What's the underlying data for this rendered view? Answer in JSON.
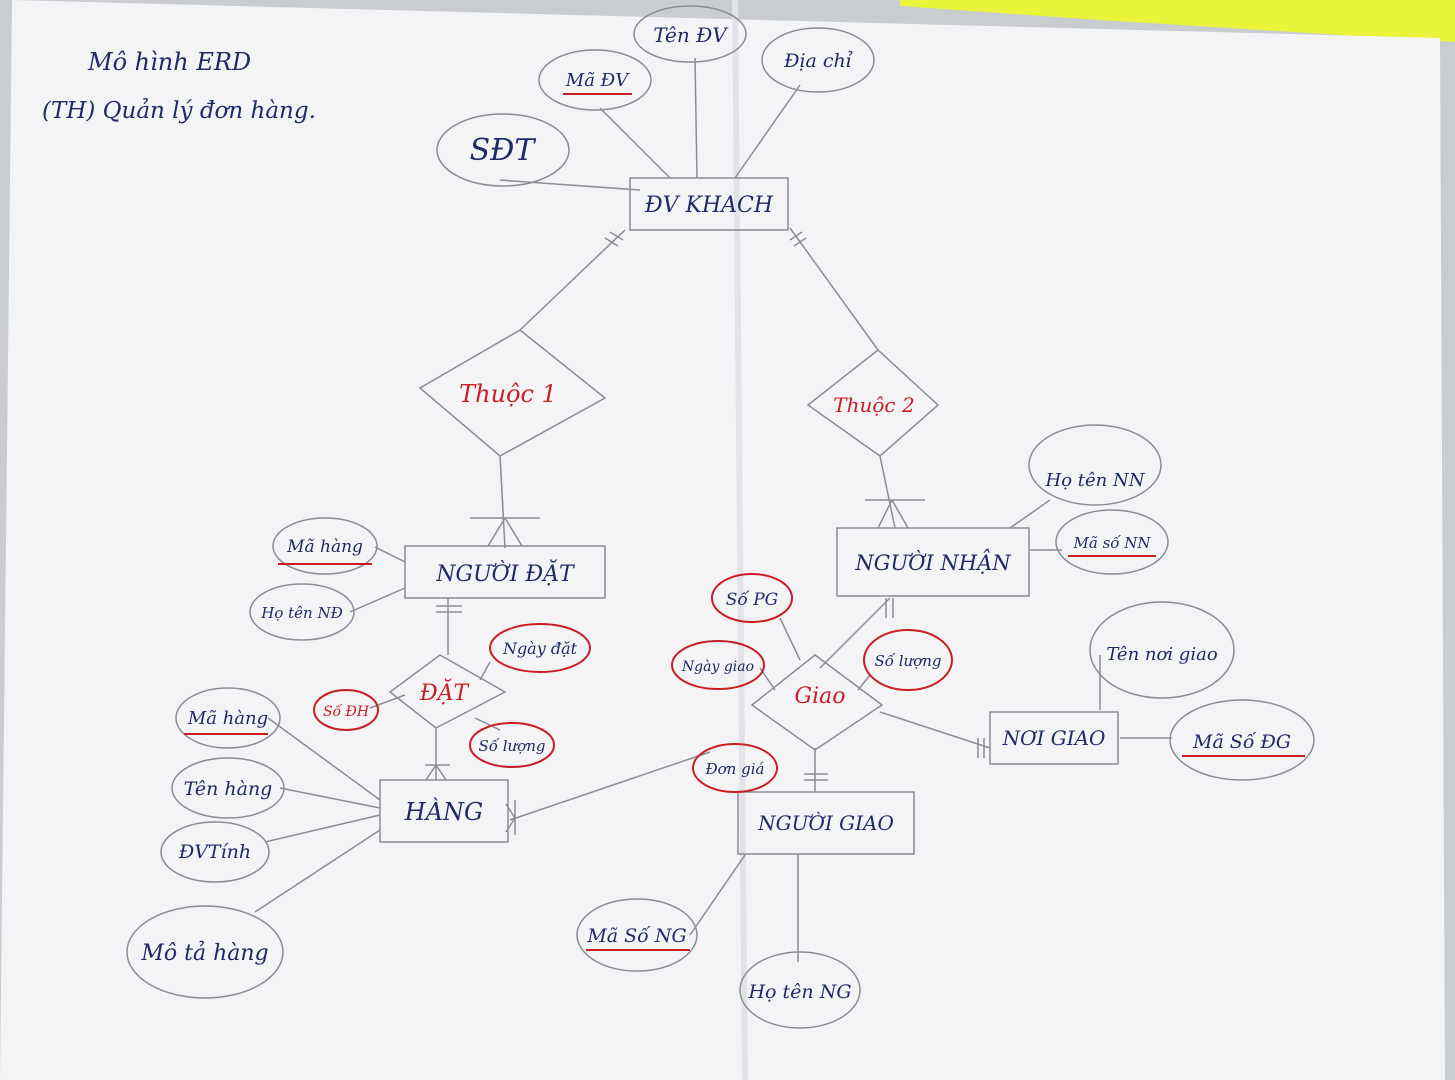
{
  "title": {
    "line1": "Mô hình ERD",
    "line2": "(TH) Quản lý đơn hàng."
  },
  "entities": {
    "dv_khach": "ĐV KHACH",
    "nguoi_dat": "NGƯỜI ĐẶT",
    "nguoi_nhan": "NGƯỜI NHẬN",
    "hang": "HÀNG",
    "noi_giao": "NƠI GIAO",
    "nguoi_giao": "NGƯỜI GIAO"
  },
  "relationships": {
    "thuoc1": "Thuộc 1",
    "thuoc2": "Thuộc 2",
    "dat": "ĐẶT",
    "giao": "Giao"
  },
  "attributes": {
    "ten_dv": "Tên ĐV",
    "ma_dv": "Mã ĐV",
    "dia_chi": "Địa chỉ",
    "sdt": "SĐT",
    "ho_ten_nn": "Họ tên NN",
    "ma_so_nn": "Mã số NN",
    "ma_hang_nd": "Mã hàng",
    "ho_ten_nd": "Họ tên NĐ",
    "ngay_dat": "Ngày đặt",
    "sl_dat": "Số lượng",
    "so_dh": "Số ĐH",
    "ma_hang": "Mã hàng",
    "ten_hang": "Tên hàng",
    "dv_tinh": "ĐVTính",
    "mo_ta_hang": "Mô tả hàng",
    "so_pg": "Số PG",
    "ngay_giao": "Ngày giao",
    "sl_giao": "Số lượng",
    "don_gia": "Đơn giá",
    "ten_noi_giao": "Tên nơi giao",
    "ma_so_dg": "Mã Số ĐG",
    "ma_so_ng": "Mã Số NG",
    "ho_ten_ng": "Họ tên NG"
  },
  "colors": {
    "paper": "#f4f4f6",
    "pencil": "#8a8d94",
    "ink_blue": "#1f2a66",
    "ink_red": "#c81e24",
    "highlighter": "#e8f53a"
  }
}
